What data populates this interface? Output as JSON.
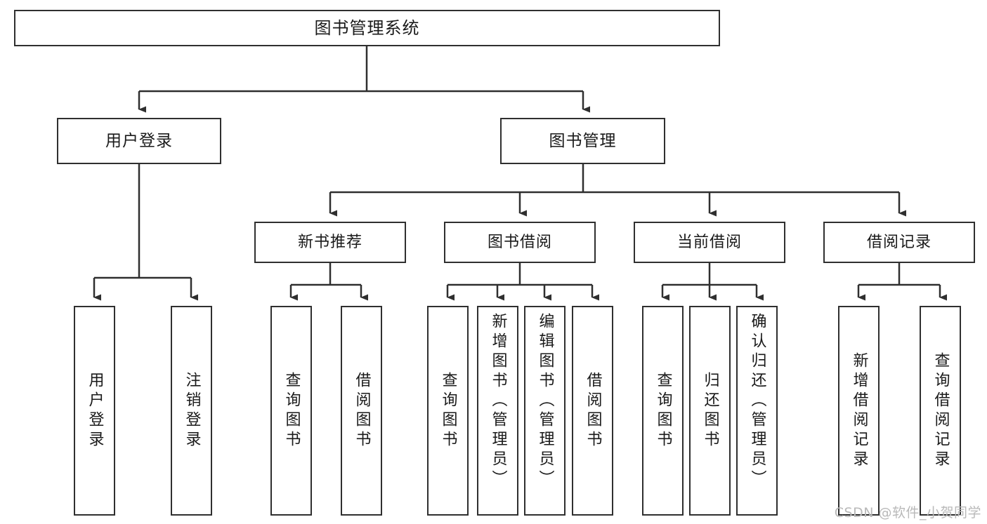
{
  "diagram": {
    "title": "图书管理系统",
    "type": "tree-hierarchy-functional-decomposition",
    "accent_color": "#2f2f2f",
    "background_color": "#ffffff",
    "root": {
      "id": "root",
      "label": "图书管理系统"
    },
    "level2": [
      {
        "id": "login",
        "label": "用户登录"
      },
      {
        "id": "bookmgmt",
        "label": "图书管理"
      }
    ],
    "level3": [
      {
        "id": "newbook",
        "label": "新书推荐"
      },
      {
        "id": "borrow",
        "label": "图书借阅"
      },
      {
        "id": "current",
        "label": "当前借阅"
      },
      {
        "id": "records",
        "label": "借阅记录"
      }
    ],
    "leaves": {
      "login": [
        {
          "id": "leaf-user-login",
          "label": "用户登录"
        },
        {
          "id": "leaf-logout-login",
          "label": "注销登录"
        }
      ],
      "newbook": [
        {
          "id": "leaf-query-book-1",
          "label": "查询图书"
        },
        {
          "id": "leaf-borrow-book-1",
          "label": "借阅图书"
        }
      ],
      "borrow": [
        {
          "id": "leaf-query-book-2",
          "label": "查询图书"
        },
        {
          "id": "leaf-add-book",
          "label": "新增图书（管理员）"
        },
        {
          "id": "leaf-edit-book",
          "label": "编辑图书（管理员）"
        },
        {
          "id": "leaf-borrow-book-2",
          "label": "借阅图书"
        }
      ],
      "current": [
        {
          "id": "leaf-query-book-3",
          "label": "查询图书"
        },
        {
          "id": "leaf-return-book",
          "label": "归还图书"
        },
        {
          "id": "leaf-confirm-return",
          "label": "确认归还（管理员）"
        }
      ],
      "records": [
        {
          "id": "leaf-add-record",
          "label": "新增借阅记录"
        },
        {
          "id": "leaf-query-record",
          "label": "查询借阅记录"
        }
      ]
    }
  },
  "watermark": {
    "text": "CSDN @软件_小贺同学"
  }
}
